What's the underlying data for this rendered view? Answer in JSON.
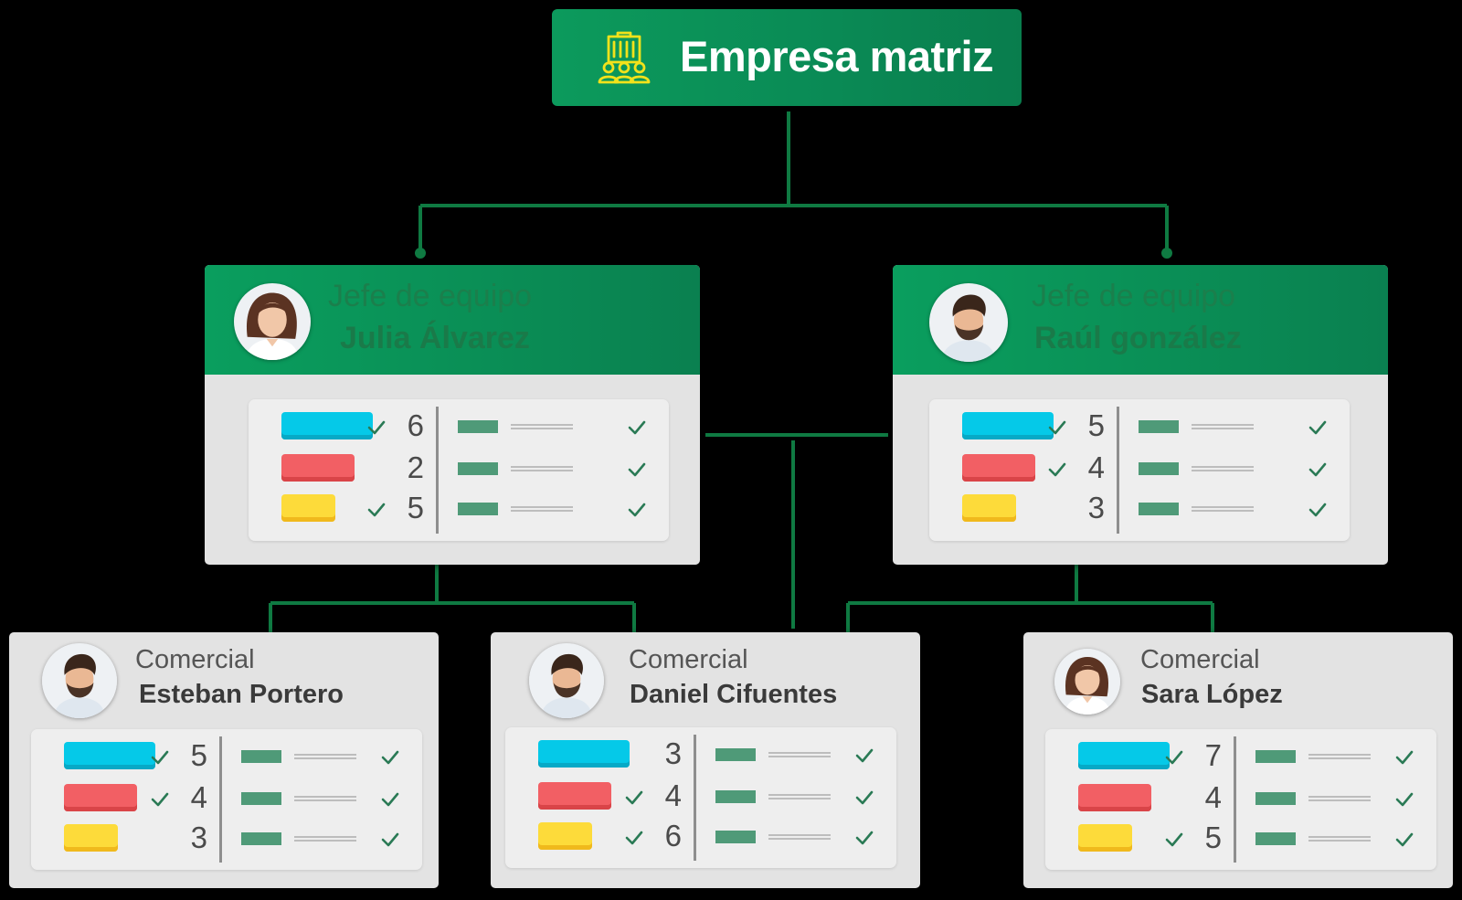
{
  "company": {
    "title": "Empresa matriz",
    "icon": "company-building-icon"
  },
  "colors": {
    "brand_green": "#0a8f56",
    "connector": "#0f7a42",
    "cyan_bar": "#05c9e8",
    "red_bar": "#f25f64",
    "yellow_bar": "#fddb3a",
    "card_bg": "#e3e3e3"
  },
  "team_leads": [
    {
      "role": "Jefe de equipo",
      "name": "Julia Álvarez",
      "avatar": "woman-avatar",
      "metrics": [
        {
          "color": "cyan",
          "checked": true,
          "value": "6"
        },
        {
          "color": "red",
          "checked": false,
          "value": "2"
        },
        {
          "color": "yellow",
          "checked": true,
          "value": "5"
        }
      ]
    },
    {
      "role": "Jefe de equipo",
      "name": "Raúl gonzález",
      "avatar": "man-avatar",
      "metrics": [
        {
          "color": "cyan",
          "checked": true,
          "value": "5"
        },
        {
          "color": "red",
          "checked": true,
          "value": "4"
        },
        {
          "color": "yellow",
          "checked": false,
          "value": "3"
        }
      ]
    }
  ],
  "sales_reps": [
    {
      "role": "Comercial",
      "name": "Esteban Portero",
      "avatar": "man-avatar",
      "metrics": [
        {
          "color": "cyan",
          "checked": true,
          "value": "5"
        },
        {
          "color": "red",
          "checked": true,
          "value": "4"
        },
        {
          "color": "yellow",
          "checked": false,
          "value": "3"
        }
      ]
    },
    {
      "role": "Comercial",
      "name": "Daniel Cifuentes",
      "avatar": "man-avatar",
      "metrics": [
        {
          "color": "cyan",
          "checked": false,
          "value": "3"
        },
        {
          "color": "red",
          "checked": true,
          "value": "4"
        },
        {
          "color": "yellow",
          "checked": true,
          "value": "6"
        }
      ]
    },
    {
      "role": "Comercial",
      "name": "Sara López",
      "avatar": "woman-avatar",
      "metrics": [
        {
          "color": "cyan",
          "checked": true,
          "value": "7"
        },
        {
          "color": "red",
          "checked": false,
          "value": "4"
        },
        {
          "color": "yellow",
          "checked": true,
          "value": "5"
        }
      ]
    }
  ]
}
